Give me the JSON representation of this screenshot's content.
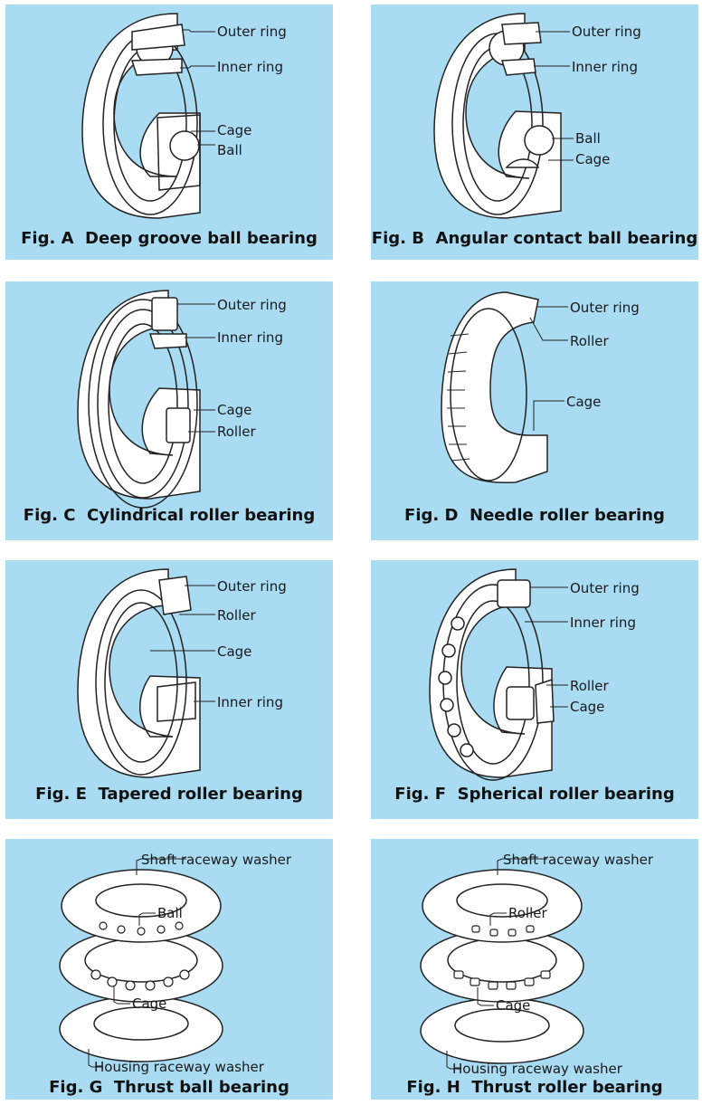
{
  "panels": {
    "A": {
      "caption_fig": "Fig. A",
      "caption_name": "Deep groove ball bearing",
      "labels": [
        "Outer ring",
        "Inner ring",
        "Cage",
        "Ball"
      ]
    },
    "B": {
      "caption_fig": "Fig. B",
      "caption_name": "Angular contact ball bearing",
      "labels": [
        "Outer ring",
        "Inner ring",
        "Ball",
        "Cage"
      ]
    },
    "C": {
      "caption_fig": "Fig. C",
      "caption_name": "Cylindrical roller bearing",
      "labels": [
        "Outer ring",
        "Inner ring",
        "Cage",
        "Roller"
      ]
    },
    "D": {
      "caption_fig": "Fig. D",
      "caption_name": "Needle roller bearing",
      "labels": [
        "Outer ring",
        "Roller",
        "Cage"
      ]
    },
    "E": {
      "caption_fig": "Fig. E",
      "caption_name": "Tapered roller bearing",
      "labels": [
        "Outer ring",
        "Roller",
        "Cage",
        "Inner ring"
      ]
    },
    "F": {
      "caption_fig": "Fig. F",
      "caption_name": "Spherical roller bearing",
      "labels": [
        "Outer ring",
        "Inner ring",
        "Roller",
        "Cage"
      ]
    },
    "G": {
      "caption_fig": "Fig. G",
      "caption_name": "Thrust ball bearing",
      "labels": [
        "Shaft raceway washer",
        "Ball",
        "Cage",
        "Housing raceway washer"
      ]
    },
    "H": {
      "caption_fig": "Fig. H",
      "caption_name": "Thrust roller bearing",
      "labels": [
        "Shaft raceway washer",
        "Roller",
        "Cage",
        "Housing raceway washer"
      ]
    }
  },
  "colors": {
    "panel_bg": "#a9dbf2",
    "line": "#222222",
    "fill": "#ffffff"
  }
}
